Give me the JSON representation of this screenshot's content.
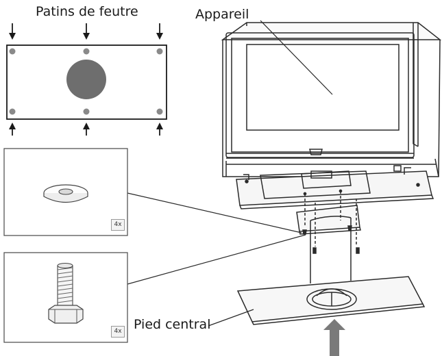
{
  "labels": {
    "felt_pads": "Patins de feutre",
    "appliance": "Appareil",
    "central_foot": "Pied central"
  },
  "parts": {
    "washer_qty": "4x",
    "bolt_qty": "4x"
  },
  "colors": {
    "line": "#1a1a1a",
    "dot": "#8a8a8a",
    "center_disc": "#6e6e6e",
    "arrow_up": "#7a7a7a"
  }
}
